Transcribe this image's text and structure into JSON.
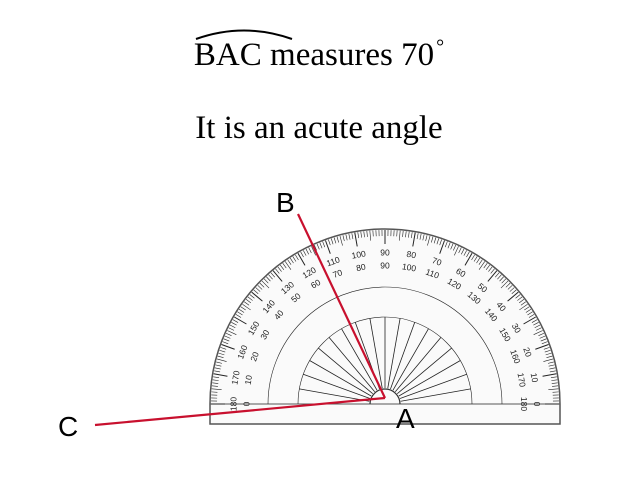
{
  "heading": {
    "angle_name": "BAC",
    "measure_text": " measures 70",
    "degree_symbol": "°",
    "classification": "It is an acute angle"
  },
  "points": {
    "vertex": "A",
    "arm1": "B",
    "arm2": "C"
  },
  "protractor": {
    "outer_scale": [
      "0",
      "10",
      "20",
      "30",
      "40",
      "50",
      "60",
      "70",
      "80",
      "90",
      "100",
      "110",
      "120",
      "130",
      "140",
      "150",
      "160",
      "170",
      "180"
    ],
    "inner_scale": [
      "180",
      "170",
      "160",
      "150",
      "140",
      "130",
      "120",
      "110",
      "100",
      "90",
      "80",
      "70",
      "60",
      "50",
      "40",
      "30",
      "20",
      "10",
      "0"
    ]
  },
  "colors": {
    "arm": "#c8102e",
    "ink": "#000000",
    "scale_ink": "#222222"
  }
}
